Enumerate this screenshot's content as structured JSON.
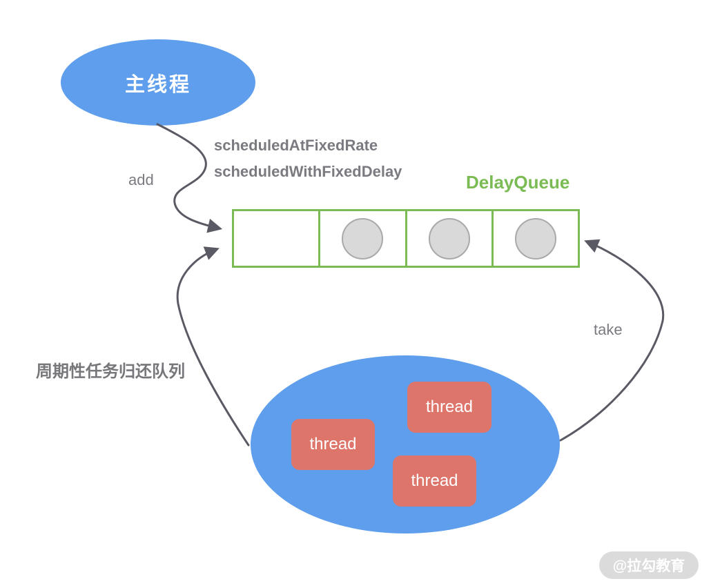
{
  "diagram": {
    "main_thread": {
      "label": "主线程"
    },
    "edges": {
      "add_label": "add",
      "method_label_1": "scheduledAtFixedRate",
      "method_label_2": "scheduledWithFixedDelay",
      "take_label": "take",
      "return_label": "周期性任务归还队列"
    },
    "delay_queue": {
      "title": "DelayQueue",
      "cells": [
        {
          "has_task": false
        },
        {
          "has_task": true
        },
        {
          "has_task": true
        },
        {
          "has_task": true
        }
      ]
    },
    "thread_pool": {
      "threads": [
        {
          "label": "thread"
        },
        {
          "label": "thread"
        },
        {
          "label": "thread"
        }
      ]
    },
    "watermark": {
      "label": "@拉勾教育"
    },
    "colors": {
      "node_blue": "#5E9EEC",
      "queue_green": "#7ABB54",
      "thread_red": "#DE756A",
      "task_gray": "#D9D9D9",
      "arrow_gray": "#5A5A64",
      "label_gray": "#7A7A80"
    }
  }
}
